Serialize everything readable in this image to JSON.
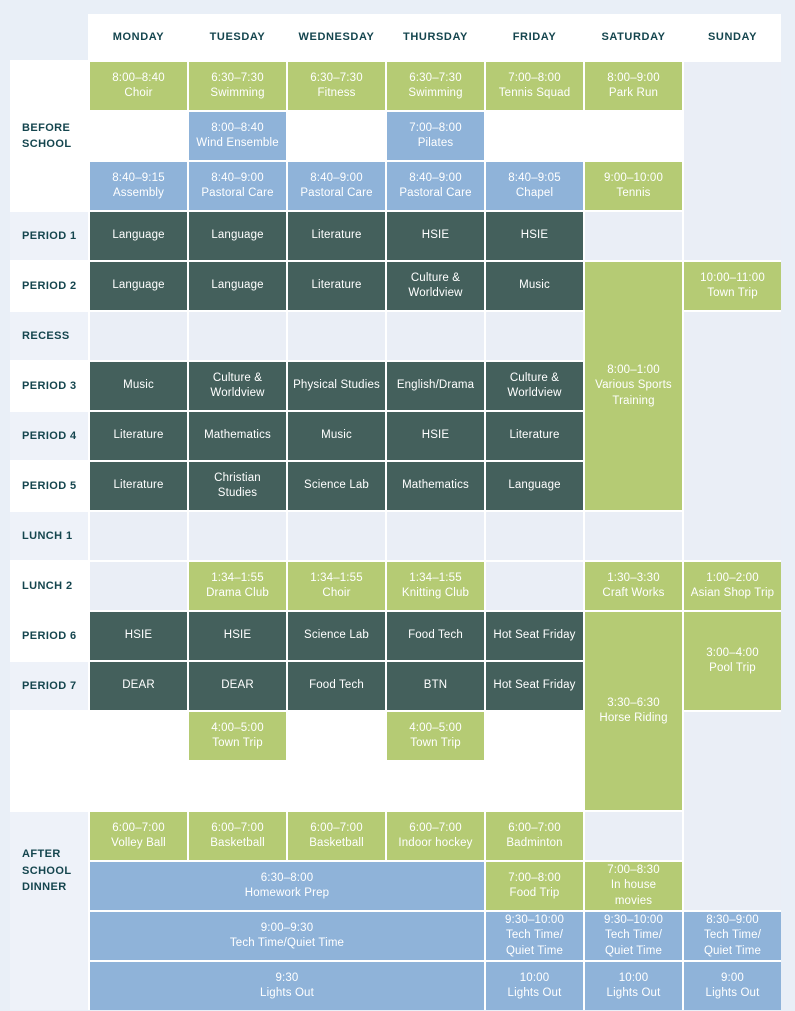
{
  "palette": {
    "page_bg": "#e9eff7",
    "table_gap": "#ffffff",
    "green": "#b5cb74",
    "blue": "#8fb3d9",
    "dark": "#44605c",
    "empty_cell": "#eaeef6",
    "label_light": "#eef2f9",
    "heading_text": "#14454e",
    "cell_text": "#ffffff"
  },
  "columns": [
    {
      "id": "monday",
      "label": "MONDAY"
    },
    {
      "id": "tuesday",
      "label": "TUESDAY"
    },
    {
      "id": "wednesday",
      "label": "WEDNESDAY"
    },
    {
      "id": "thursday",
      "label": "THURSDAY"
    },
    {
      "id": "friday",
      "label": "FRIDAY"
    },
    {
      "id": "saturday",
      "label": "SATURDAY"
    },
    {
      "id": "sunday",
      "label": "SUNDAY"
    }
  ],
  "row_keys": [
    "before-school-early",
    "before-school-mid",
    "before-school-late",
    "period-1",
    "period-2",
    "recess",
    "period-3",
    "period-4",
    "period-5",
    "lunch-1",
    "lunch-2",
    "period-6",
    "period-7",
    "after-period-7",
    "break",
    "after-school-1",
    "after-school-2",
    "after-school-3",
    "after-school-4"
  ],
  "row_labels": [
    {
      "id": "before-school",
      "lines": [
        "BEFORE",
        "SCHOOL"
      ],
      "row": 1,
      "span": 3,
      "variant": "white"
    },
    {
      "id": "period-1",
      "lines": [
        "PERIOD 1"
      ],
      "row": 4,
      "span": 1,
      "variant": "light"
    },
    {
      "id": "period-2",
      "lines": [
        "PERIOD 2"
      ],
      "row": 5,
      "span": 1,
      "variant": "white"
    },
    {
      "id": "recess",
      "lines": [
        "RECESS"
      ],
      "row": 6,
      "span": 1,
      "variant": "light"
    },
    {
      "id": "period-3",
      "lines": [
        "PERIOD 3"
      ],
      "row": 7,
      "span": 1,
      "variant": "white"
    },
    {
      "id": "period-4",
      "lines": [
        "PERIOD 4"
      ],
      "row": 8,
      "span": 1,
      "variant": "light"
    },
    {
      "id": "period-5",
      "lines": [
        "PERIOD 5"
      ],
      "row": 9,
      "span": 1,
      "variant": "white"
    },
    {
      "id": "lunch-1",
      "lines": [
        "LUNCH 1"
      ],
      "row": 10,
      "span": 1,
      "variant": "light"
    },
    {
      "id": "lunch-2",
      "lines": [
        "LUNCH 2"
      ],
      "row": 11,
      "span": 1,
      "variant": "white"
    },
    {
      "id": "period-6",
      "lines": [
        "PERIOD 6"
      ],
      "row": 12,
      "span": 1,
      "variant": "white"
    },
    {
      "id": "period-7",
      "lines": [
        "PERIOD 7"
      ],
      "row": 13,
      "span": 1,
      "variant": "light"
    },
    {
      "id": "after-school-dinner",
      "lines": [
        "AFTER",
        "SCHOOL",
        "DINNER"
      ],
      "row": 16,
      "span": 4,
      "variant": "light",
      "align": "top"
    }
  ],
  "cells": [
    {
      "r": 1,
      "c": 1,
      "k": "green",
      "lines": [
        "8:00–8:40",
        "Choir"
      ]
    },
    {
      "r": 1,
      "c": 2,
      "k": "green",
      "lines": [
        "6:30–7:30",
        "Swimming"
      ]
    },
    {
      "r": 1,
      "c": 3,
      "k": "green",
      "lines": [
        "6:30–7:30",
        "Fitness"
      ]
    },
    {
      "r": 1,
      "c": 4,
      "k": "green",
      "lines": [
        "6:30–7:30",
        "Swimming"
      ]
    },
    {
      "r": 1,
      "c": 5,
      "k": "green",
      "lines": [
        "7:00–8:00",
        "Tennis Squad"
      ]
    },
    {
      "r": 1,
      "c": 6,
      "k": "green",
      "lines": [
        "8:00–9:00",
        "Park Run"
      ]
    },
    {
      "r": 1,
      "c": 7,
      "rs": 4,
      "k": "empty",
      "lines": []
    },
    {
      "r": 2,
      "c": 2,
      "k": "blue",
      "lines": [
        "8:00–8:40",
        "Wind Ensemble"
      ]
    },
    {
      "r": 2,
      "c": 4,
      "k": "blue",
      "lines": [
        "7:00–8:00",
        "Pilates"
      ]
    },
    {
      "r": 3,
      "c": 1,
      "k": "blue",
      "lines": [
        "8:40–9:15",
        "Assembly"
      ]
    },
    {
      "r": 3,
      "c": 2,
      "k": "blue",
      "lines": [
        "8:40–9:00",
        "Pastoral Care"
      ]
    },
    {
      "r": 3,
      "c": 3,
      "k": "blue",
      "lines": [
        "8:40–9:00",
        "Pastoral Care"
      ]
    },
    {
      "r": 3,
      "c": 4,
      "k": "blue",
      "lines": [
        "8:40–9:00",
        "Pastoral Care"
      ]
    },
    {
      "r": 3,
      "c": 5,
      "k": "blue",
      "lines": [
        "8:40–9:05",
        "Chapel"
      ]
    },
    {
      "r": 3,
      "c": 6,
      "k": "green",
      "lines": [
        "9:00–10:00",
        "Tennis"
      ]
    },
    {
      "r": 4,
      "c": 1,
      "k": "dark",
      "lines": [
        "Language"
      ]
    },
    {
      "r": 4,
      "c": 2,
      "k": "dark",
      "lines": [
        "Language"
      ]
    },
    {
      "r": 4,
      "c": 3,
      "k": "dark",
      "lines": [
        "Literature"
      ]
    },
    {
      "r": 4,
      "c": 4,
      "k": "dark",
      "lines": [
        "HSIE"
      ]
    },
    {
      "r": 4,
      "c": 5,
      "k": "dark",
      "lines": [
        "HSIE"
      ]
    },
    {
      "r": 4,
      "c": 6,
      "k": "empty",
      "lines": []
    },
    {
      "r": 5,
      "c": 1,
      "k": "dark",
      "lines": [
        "Language"
      ]
    },
    {
      "r": 5,
      "c": 2,
      "k": "dark",
      "lines": [
        "Language"
      ]
    },
    {
      "r": 5,
      "c": 3,
      "k": "dark",
      "lines": [
        "Literature"
      ]
    },
    {
      "r": 5,
      "c": 4,
      "k": "dark",
      "lines": [
        "Culture &",
        "Worldview"
      ]
    },
    {
      "r": 5,
      "c": 5,
      "k": "dark",
      "lines": [
        "Music"
      ]
    },
    {
      "r": 5,
      "c": 6,
      "rs": 5,
      "k": "green",
      "lines": [
        "8:00–1:00",
        "Various Sports",
        "Training"
      ]
    },
    {
      "r": 5,
      "c": 7,
      "k": "green",
      "lines": [
        "10:00–11:00",
        "Town Trip"
      ]
    },
    {
      "r": 6,
      "c": 1,
      "k": "empty",
      "lines": []
    },
    {
      "r": 6,
      "c": 2,
      "k": "empty",
      "lines": []
    },
    {
      "r": 6,
      "c": 3,
      "k": "empty",
      "lines": []
    },
    {
      "r": 6,
      "c": 4,
      "k": "empty",
      "lines": []
    },
    {
      "r": 6,
      "c": 5,
      "k": "empty",
      "lines": []
    },
    {
      "r": 6,
      "c": 7,
      "rs": 5,
      "k": "empty",
      "lines": []
    },
    {
      "r": 7,
      "c": 1,
      "k": "dark",
      "lines": [
        "Music"
      ]
    },
    {
      "r": 7,
      "c": 2,
      "k": "dark",
      "lines": [
        "Culture &",
        "Worldview"
      ]
    },
    {
      "r": 7,
      "c": 3,
      "k": "dark",
      "lines": [
        "Physical Studies"
      ]
    },
    {
      "r": 7,
      "c": 4,
      "k": "dark",
      "lines": [
        "English/Drama"
      ]
    },
    {
      "r": 7,
      "c": 5,
      "k": "dark",
      "lines": [
        "Culture &",
        "Worldview"
      ]
    },
    {
      "r": 8,
      "c": 1,
      "k": "dark",
      "lines": [
        "Literature"
      ]
    },
    {
      "r": 8,
      "c": 2,
      "k": "dark",
      "lines": [
        "Mathematics"
      ]
    },
    {
      "r": 8,
      "c": 3,
      "k": "dark",
      "lines": [
        "Music"
      ]
    },
    {
      "r": 8,
      "c": 4,
      "k": "dark",
      "lines": [
        "HSIE"
      ]
    },
    {
      "r": 8,
      "c": 5,
      "k": "dark",
      "lines": [
        "Literature"
      ]
    },
    {
      "r": 9,
      "c": 1,
      "k": "dark",
      "lines": [
        "Literature"
      ]
    },
    {
      "r": 9,
      "c": 2,
      "k": "dark",
      "lines": [
        "Christian",
        "Studies"
      ]
    },
    {
      "r": 9,
      "c": 3,
      "k": "dark",
      "lines": [
        "Science Lab"
      ]
    },
    {
      "r": 9,
      "c": 4,
      "k": "dark",
      "lines": [
        "Mathematics"
      ]
    },
    {
      "r": 9,
      "c": 5,
      "k": "dark",
      "lines": [
        "Language"
      ]
    },
    {
      "r": 10,
      "c": 1,
      "k": "empty",
      "lines": []
    },
    {
      "r": 10,
      "c": 2,
      "k": "empty",
      "lines": []
    },
    {
      "r": 10,
      "c": 3,
      "k": "empty",
      "lines": []
    },
    {
      "r": 10,
      "c": 4,
      "k": "empty",
      "lines": []
    },
    {
      "r": 10,
      "c": 5,
      "k": "empty",
      "lines": []
    },
    {
      "r": 10,
      "c": 6,
      "k": "empty",
      "lines": []
    },
    {
      "r": 11,
      "c": 1,
      "k": "empty",
      "lines": []
    },
    {
      "r": 11,
      "c": 2,
      "k": "green",
      "lines": [
        "1:34–1:55",
        "Drama Club"
      ]
    },
    {
      "r": 11,
      "c": 3,
      "k": "green",
      "lines": [
        "1:34–1:55",
        "Choir"
      ]
    },
    {
      "r": 11,
      "c": 4,
      "k": "green",
      "lines": [
        "1:34–1:55",
        "Knitting Club"
      ]
    },
    {
      "r": 11,
      "c": 5,
      "k": "empty",
      "lines": []
    },
    {
      "r": 11,
      "c": 6,
      "k": "green",
      "lines": [
        "1:30–3:30",
        "Craft Works"
      ]
    },
    {
      "r": 11,
      "c": 7,
      "k": "green",
      "lines": [
        "1:00–2:00",
        "Asian Shop Trip"
      ]
    },
    {
      "r": 12,
      "c": 1,
      "k": "dark",
      "lines": [
        "HSIE"
      ]
    },
    {
      "r": 12,
      "c": 2,
      "k": "dark",
      "lines": [
        "HSIE"
      ]
    },
    {
      "r": 12,
      "c": 3,
      "k": "dark",
      "lines": [
        "Science Lab"
      ]
    },
    {
      "r": 12,
      "c": 4,
      "k": "dark",
      "lines": [
        "Food Tech"
      ]
    },
    {
      "r": 12,
      "c": 5,
      "k": "dark",
      "lines": [
        "Hot Seat Friday"
      ]
    },
    {
      "r": 12,
      "c": 6,
      "rs": 4,
      "k": "green",
      "lines": [
        "3:30–6:30",
        "Horse Riding"
      ]
    },
    {
      "r": 12,
      "c": 7,
      "rs": 2,
      "k": "green",
      "lines": [
        "3:00–4:00",
        "Pool Trip"
      ]
    },
    {
      "r": 13,
      "c": 1,
      "k": "dark",
      "lines": [
        "DEAR"
      ]
    },
    {
      "r": 13,
      "c": 2,
      "k": "dark",
      "lines": [
        "DEAR"
      ]
    },
    {
      "r": 13,
      "c": 3,
      "k": "dark",
      "lines": [
        "Food Tech"
      ]
    },
    {
      "r": 13,
      "c": 4,
      "k": "dark",
      "lines": [
        "BTN"
      ]
    },
    {
      "r": 13,
      "c": 5,
      "k": "dark",
      "lines": [
        "Hot Seat Friday"
      ]
    },
    {
      "r": 14,
      "c": 2,
      "k": "green",
      "lines": [
        "4:00–5:00",
        "Town Trip"
      ]
    },
    {
      "r": 14,
      "c": 4,
      "k": "green",
      "lines": [
        "4:00–5:00",
        "Town Trip"
      ]
    },
    {
      "r": 14,
      "c": 7,
      "rs": 4,
      "k": "empty",
      "lines": []
    },
    {
      "r": 16,
      "c": 1,
      "k": "green",
      "lines": [
        "6:00–7:00",
        "Volley Ball"
      ]
    },
    {
      "r": 16,
      "c": 2,
      "k": "green",
      "lines": [
        "6:00–7:00",
        "Basketball"
      ]
    },
    {
      "r": 16,
      "c": 3,
      "k": "green",
      "lines": [
        "6:00–7:00",
        "Basketball"
      ]
    },
    {
      "r": 16,
      "c": 4,
      "k": "green",
      "lines": [
        "6:00–7:00",
        "Indoor hockey"
      ]
    },
    {
      "r": 16,
      "c": 5,
      "k": "green",
      "lines": [
        "6:00–7:00",
        "Badminton"
      ]
    },
    {
      "r": 16,
      "c": 6,
      "k": "empty",
      "lines": []
    },
    {
      "r": 17,
      "c": 1,
      "cs": 4,
      "k": "blue",
      "lines": [
        "6:30–8:00",
        "Homework Prep"
      ]
    },
    {
      "r": 17,
      "c": 5,
      "k": "green",
      "lines": [
        "7:00–8:00",
        "Food Trip"
      ]
    },
    {
      "r": 17,
      "c": 6,
      "k": "green",
      "lines": [
        "7:00–8:30",
        "In house",
        "movies"
      ]
    },
    {
      "r": 18,
      "c": 1,
      "cs": 4,
      "k": "blue",
      "lines": [
        "9:00–9:30",
        "Tech Time/Quiet Time"
      ]
    },
    {
      "r": 18,
      "c": 5,
      "k": "blue",
      "lines": [
        "9:30–10:00",
        "Tech Time/",
        "Quiet Time"
      ]
    },
    {
      "r": 18,
      "c": 6,
      "k": "blue",
      "lines": [
        "9:30–10:00",
        "Tech Time/",
        "Quiet Time"
      ]
    },
    {
      "r": 18,
      "c": 7,
      "k": "blue",
      "lines": [
        "8:30–9:00",
        "Tech Time/",
        "Quiet Time"
      ]
    },
    {
      "r": 19,
      "c": 1,
      "cs": 4,
      "k": "blue",
      "lines": [
        "9:30",
        "Lights Out"
      ]
    },
    {
      "r": 19,
      "c": 5,
      "k": "blue",
      "lines": [
        "10:00",
        "Lights Out"
      ]
    },
    {
      "r": 19,
      "c": 6,
      "k": "blue",
      "lines": [
        "10:00",
        "Lights Out"
      ]
    },
    {
      "r": 19,
      "c": 7,
      "k": "blue",
      "lines": [
        "9:00",
        "Lights Out"
      ]
    }
  ]
}
